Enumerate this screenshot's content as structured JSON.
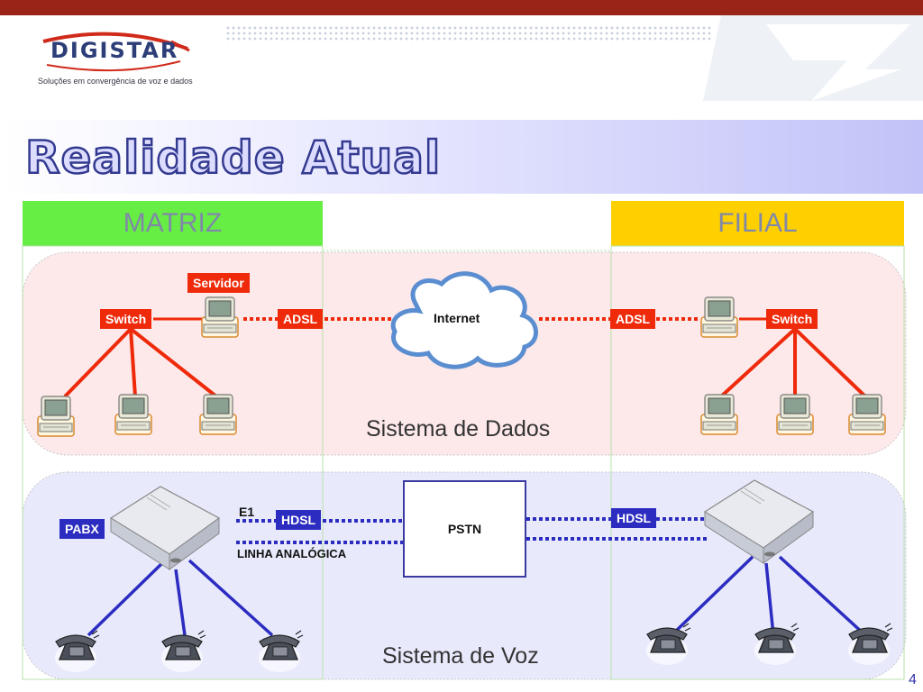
{
  "logo": {
    "name": "DIGISTAR",
    "tagline": "Soluções em convergência de voz e dados"
  },
  "slide": {
    "title": "Realidade Atual",
    "page_number": "4"
  },
  "columns": {
    "matriz": "MATRIZ",
    "filial": "FILIAL"
  },
  "data_system": {
    "label": "Sistema de Dados",
    "servidor": "Servidor",
    "switch_left": "Switch",
    "adsl_left": "ADSL",
    "internet": "Internet",
    "adsl_right": "ADSL",
    "switch_right": "Switch"
  },
  "voice_system": {
    "label": "Sistema de Voz",
    "pabx": "PABX",
    "e1": "E1",
    "hdsl_left": "HDSL",
    "linha_analogica": "LINHA ANALÓGICA",
    "pstn": "PSTN",
    "hdsl_right": "HDSL"
  },
  "colors": {
    "top_bar": "#9a2418",
    "matriz": "#66ee44",
    "filial": "#ffd000",
    "red_link": "#ee2a0a",
    "blue_link": "#2c2cc0"
  },
  "icons": [
    "computer-icon",
    "cloud-icon",
    "pabx-device-icon",
    "telephone-icon"
  ]
}
